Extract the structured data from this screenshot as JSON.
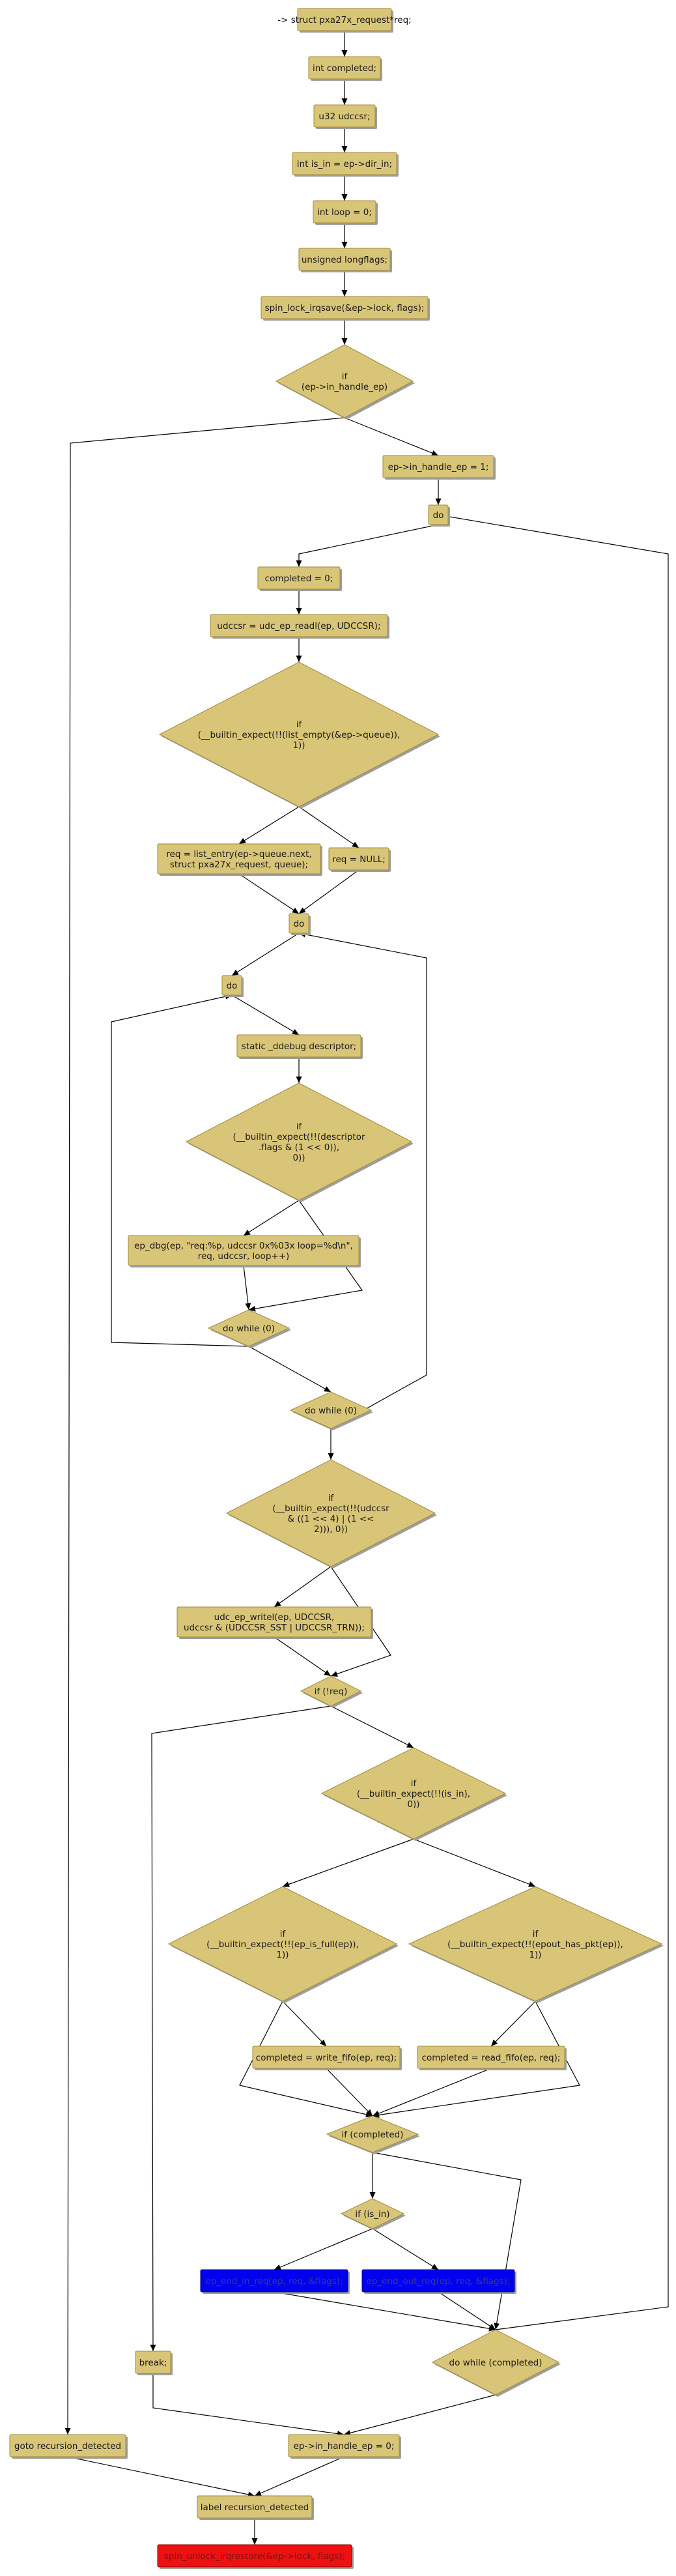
{
  "diagram": {
    "nodes": [
      {
        "id": "n1",
        "shape": "box",
        "lines": [
          "-> struct pxa27x_request*req;"
        ]
      },
      {
        "id": "n2",
        "shape": "box",
        "lines": [
          "int completed;"
        ]
      },
      {
        "id": "n3",
        "shape": "box",
        "lines": [
          "u32 udccsr;"
        ]
      },
      {
        "id": "n4",
        "shape": "box",
        "lines": [
          "int is_in = ep->dir_in;"
        ]
      },
      {
        "id": "n5",
        "shape": "box",
        "lines": [
          "int loop = 0;"
        ]
      },
      {
        "id": "n6",
        "shape": "box",
        "lines": [
          "unsigned longflags;"
        ]
      },
      {
        "id": "n7",
        "shape": "box",
        "lines": [
          "spin_lock_irqsave(&ep->lock, flags);"
        ]
      },
      {
        "id": "n8",
        "shape": "diamond",
        "lines": [
          "if",
          "(ep->in_handle_ep)"
        ]
      },
      {
        "id": "n9",
        "shape": "box",
        "lines": [
          "ep->in_handle_ep = 1;"
        ]
      },
      {
        "id": "n10",
        "shape": "box",
        "lines": [
          "do"
        ]
      },
      {
        "id": "n11",
        "shape": "box",
        "lines": [
          "completed = 0;"
        ]
      },
      {
        "id": "n12",
        "shape": "box",
        "lines": [
          "udccsr = udc_ep_readl(ep, UDCCSR);"
        ]
      },
      {
        "id": "n13",
        "shape": "diamond",
        "lines": [
          "if",
          "(__builtin_expect(!!(list_empty(&ep->queue)),",
          "1))"
        ]
      },
      {
        "id": "n14",
        "shape": "box",
        "lines": [
          "req = list_entry(ep->queue.next,",
          "struct pxa27x_request, queue);"
        ]
      },
      {
        "id": "n15",
        "shape": "box",
        "lines": [
          "req = NULL;"
        ]
      },
      {
        "id": "n16",
        "shape": "box",
        "lines": [
          "do"
        ]
      },
      {
        "id": "n17",
        "shape": "box",
        "lines": [
          "do"
        ]
      },
      {
        "id": "n18",
        "shape": "box",
        "lines": [
          "static _ddebug descriptor;"
        ]
      },
      {
        "id": "n19",
        "shape": "diamond",
        "lines": [
          "if",
          "(__builtin_expect(!!(descriptor",
          ".flags & (1 << 0)),",
          "0))"
        ]
      },
      {
        "id": "n20",
        "shape": "box",
        "lines": [
          "ep_dbg(ep, \"req:%p, udccsr 0x%03x loop=%d\\n\",",
          "req, udccsr, loop++)"
        ]
      },
      {
        "id": "n21",
        "shape": "diamond",
        "lines": [
          "do while (0)"
        ]
      },
      {
        "id": "n22",
        "shape": "diamond",
        "lines": [
          "do while (0)"
        ]
      },
      {
        "id": "n23",
        "shape": "diamond",
        "lines": [
          "if",
          "(__builtin_expect(!!(udccsr",
          "& ((1 << 4) | (1 <<",
          "2))), 0))"
        ]
      },
      {
        "id": "n24",
        "shape": "box",
        "lines": [
          "udc_ep_writel(ep, UDCCSR,",
          "udccsr & (UDCCSR_SST | UDCCSR_TRN));"
        ]
      },
      {
        "id": "n25",
        "shape": "diamond",
        "lines": [
          "if (!req)"
        ]
      },
      {
        "id": "n26",
        "shape": "diamond",
        "lines": [
          "if",
          "(__builtin_expect(!!(is_in),",
          "0))"
        ]
      },
      {
        "id": "n27",
        "shape": "diamond",
        "lines": [
          "if",
          "(__builtin_expect(!!(ep_is_full(ep)),",
          "1))"
        ]
      },
      {
        "id": "n28",
        "shape": "diamond",
        "lines": [
          "if",
          "(__builtin_expect(!!(epout_has_pkt(ep)),",
          "1))"
        ]
      },
      {
        "id": "n29",
        "shape": "box",
        "lines": [
          "completed = write_fifo(ep, req);"
        ]
      },
      {
        "id": "n30",
        "shape": "box",
        "lines": [
          "completed = read_fifo(ep, req);"
        ]
      },
      {
        "id": "n31",
        "shape": "diamond",
        "lines": [
          "if (completed)"
        ]
      },
      {
        "id": "n32",
        "shape": "diamond",
        "lines": [
          "if (is_in)"
        ]
      },
      {
        "id": "n33",
        "shape": "box",
        "color": "blue",
        "lines": [
          "ep_end_in_req(ep, req, &flags);"
        ]
      },
      {
        "id": "n34",
        "shape": "box",
        "color": "blue",
        "lines": [
          "ep_end_out_req(ep, req, &flags);"
        ]
      },
      {
        "id": "n35",
        "shape": "box",
        "lines": [
          "break;"
        ]
      },
      {
        "id": "n36",
        "shape": "diamond",
        "lines": [
          "do while (completed)"
        ]
      },
      {
        "id": "n37",
        "shape": "box",
        "lines": [
          "goto recursion_detected"
        ]
      },
      {
        "id": "n38",
        "shape": "box",
        "lines": [
          "ep->in_handle_ep = 0;"
        ]
      },
      {
        "id": "n39",
        "shape": "box",
        "lines": [
          "label recursion_detected"
        ]
      },
      {
        "id": "n40",
        "shape": "box",
        "color": "red",
        "lines": [
          "spin_unlock_irqrestore(&ep->lock, flags);"
        ]
      }
    ],
    "edges": [
      {
        "from": "n1",
        "to": "n2"
      },
      {
        "from": "n2",
        "to": "n3"
      },
      {
        "from": "n3",
        "to": "n4"
      },
      {
        "from": "n4",
        "to": "n5"
      },
      {
        "from": "n5",
        "to": "n6"
      },
      {
        "from": "n6",
        "to": "n7"
      },
      {
        "from": "n7",
        "to": "n8"
      },
      {
        "from": "n8",
        "to": "n37"
      },
      {
        "from": "n8",
        "to": "n9"
      },
      {
        "from": "n9",
        "to": "n10"
      },
      {
        "from": "n10",
        "to": "n11"
      },
      {
        "from": "n11",
        "to": "n12"
      },
      {
        "from": "n12",
        "to": "n13"
      },
      {
        "from": "n13",
        "to": "n14"
      },
      {
        "from": "n13",
        "to": "n15"
      },
      {
        "from": "n14",
        "to": "n16"
      },
      {
        "from": "n15",
        "to": "n16"
      },
      {
        "from": "n16",
        "to": "n17"
      },
      {
        "from": "n17",
        "to": "n18"
      },
      {
        "from": "n18",
        "to": "n19"
      },
      {
        "from": "n19",
        "to": "n20"
      },
      {
        "from": "n19",
        "to": "n21"
      },
      {
        "from": "n20",
        "to": "n21"
      },
      {
        "from": "n21",
        "to": "n17"
      },
      {
        "from": "n21",
        "to": "n22"
      },
      {
        "from": "n22",
        "to": "n16"
      },
      {
        "from": "n22",
        "to": "n23"
      },
      {
        "from": "n23",
        "to": "n24"
      },
      {
        "from": "n23",
        "to": "n25"
      },
      {
        "from": "n24",
        "to": "n25"
      },
      {
        "from": "n25",
        "to": "n35"
      },
      {
        "from": "n25",
        "to": "n26"
      },
      {
        "from": "n26",
        "to": "n27"
      },
      {
        "from": "n26",
        "to": "n28"
      },
      {
        "from": "n27",
        "to": "n31"
      },
      {
        "from": "n27",
        "to": "n29"
      },
      {
        "from": "n28",
        "to": "n30"
      },
      {
        "from": "n28",
        "to": "n31"
      },
      {
        "from": "n29",
        "to": "n31"
      },
      {
        "from": "n30",
        "to": "n31"
      },
      {
        "from": "n31",
        "to": "n32"
      },
      {
        "from": "n31",
        "to": "n36"
      },
      {
        "from": "n32",
        "to": "n33"
      },
      {
        "from": "n32",
        "to": "n34"
      },
      {
        "from": "n33",
        "to": "n36"
      },
      {
        "from": "n34",
        "to": "n36"
      },
      {
        "from": "n36",
        "to": "n10"
      },
      {
        "from": "n36",
        "to": "n38"
      },
      {
        "from": "n35",
        "to": "n38"
      },
      {
        "from": "n38",
        "to": "n39"
      },
      {
        "from": "n37",
        "to": "n39"
      },
      {
        "from": "n39",
        "to": "n40"
      }
    ]
  }
}
